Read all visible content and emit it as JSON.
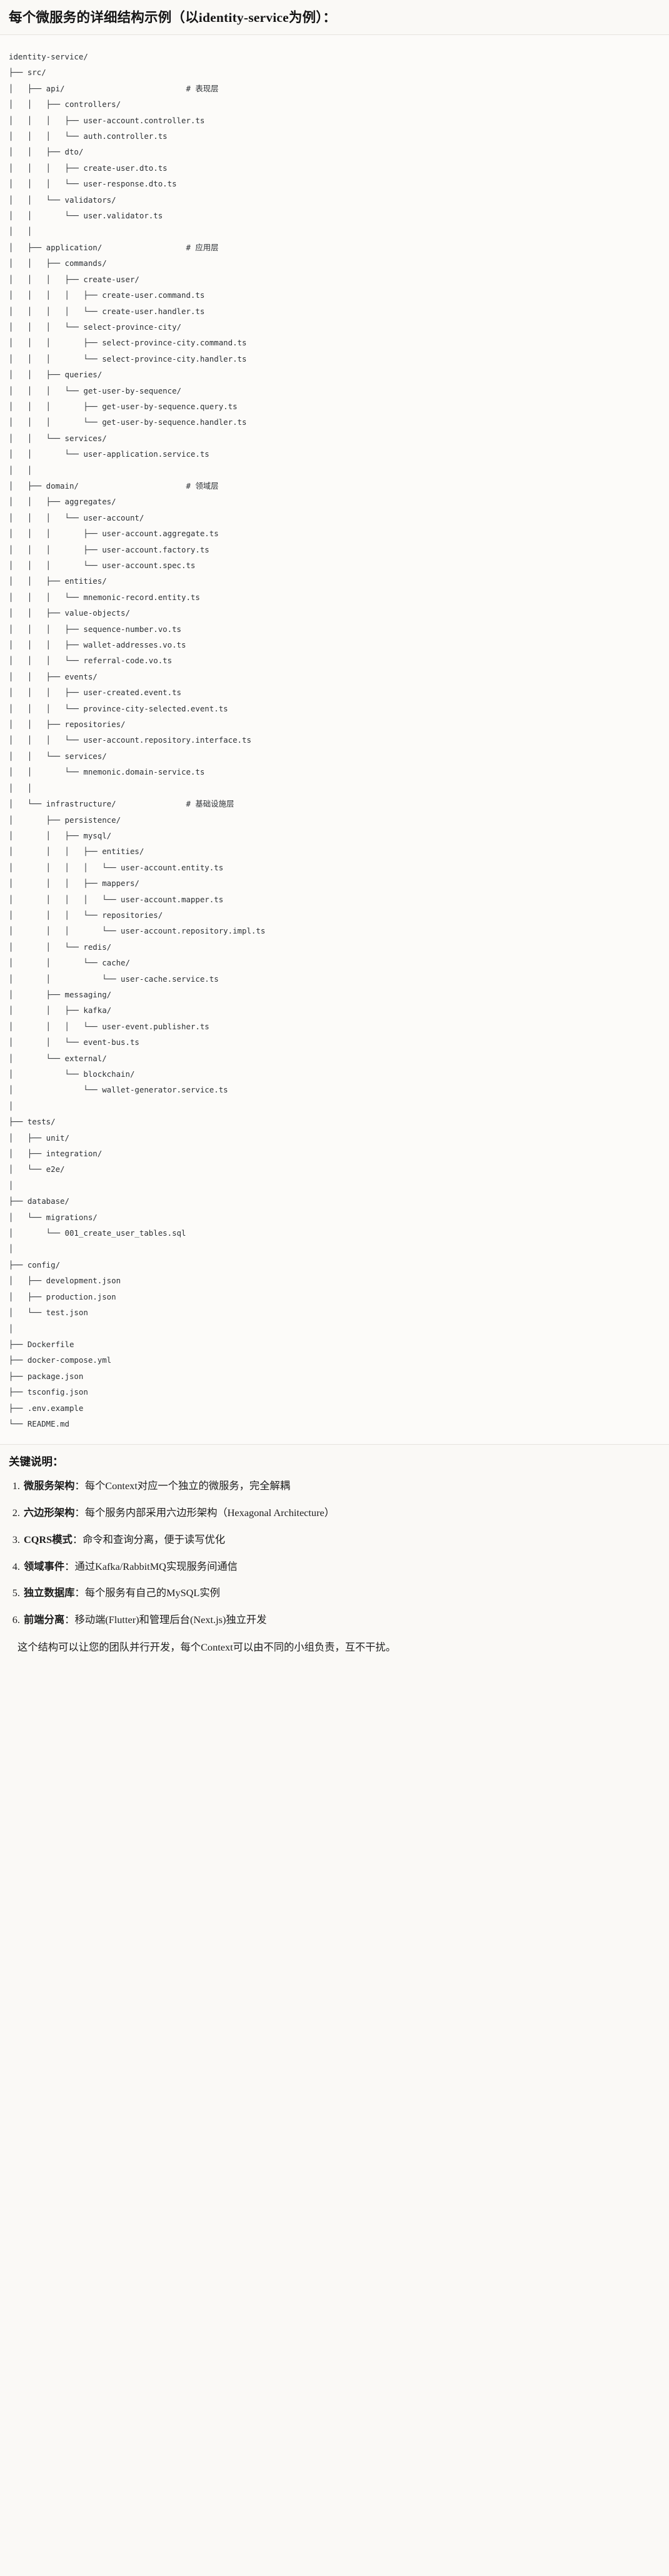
{
  "document": {
    "title": "每个微服务的详细结构示例（以identity-service为例）：",
    "accent_color": "#141414",
    "background_color": "#faf9f6",
    "code_background_color": "#fcfbf9",
    "rule_color": "#e6e4de"
  },
  "tree": {
    "root": "identity-service/",
    "comments": {
      "api": "# 表现层",
      "application": "# 应用层",
      "domain": "# 领域层",
      "infrastructure": "# 基础设施层"
    },
    "text": "identity-service/\n├── src/\n│   ├── api/                          # 表现层\n│   │   ├── controllers/\n│   │   │   ├── user-account.controller.ts\n│   │   │   └── auth.controller.ts\n│   │   ├── dto/\n│   │   │   ├── create-user.dto.ts\n│   │   │   └── user-response.dto.ts\n│   │   └── validators/\n│   │       └── user.validator.ts\n│   │\n│   ├── application/                  # 应用层\n│   │   ├── commands/\n│   │   │   ├── create-user/\n│   │   │   │   ├── create-user.command.ts\n│   │   │   │   └── create-user.handler.ts\n│   │   │   └── select-province-city/\n│   │   │       ├── select-province-city.command.ts\n│   │   │       └── select-province-city.handler.ts\n│   │   ├── queries/\n│   │   │   └── get-user-by-sequence/\n│   │   │       ├── get-user-by-sequence.query.ts\n│   │   │       └── get-user-by-sequence.handler.ts\n│   │   └── services/\n│   │       └── user-application.service.ts\n│   │\n│   ├── domain/                       # 领域层\n│   │   ├── aggregates/\n│   │   │   └── user-account/\n│   │   │       ├── user-account.aggregate.ts\n│   │   │       ├── user-account.factory.ts\n│   │   │       └── user-account.spec.ts\n│   │   ├── entities/\n│   │   │   └── mnemonic-record.entity.ts\n│   │   ├── value-objects/\n│   │   │   ├── sequence-number.vo.ts\n│   │   │   ├── wallet-addresses.vo.ts\n│   │   │   └── referral-code.vo.ts\n│   │   ├── events/\n│   │   │   ├── user-created.event.ts\n│   │   │   └── province-city-selected.event.ts\n│   │   ├── repositories/\n│   │   │   └── user-account.repository.interface.ts\n│   │   └── services/\n│   │       └── mnemonic.domain-service.ts\n│   │\n│   └── infrastructure/               # 基础设施层\n│       ├── persistence/\n│       │   ├── mysql/\n│       │   │   ├── entities/\n│       │   │   │   └── user-account.entity.ts\n│       │   │   ├── mappers/\n│       │   │   │   └── user-account.mapper.ts\n│       │   │   └── repositories/\n│       │   │       └── user-account.repository.impl.ts\n│       │   └── redis/\n│       │       └── cache/\n│       │           └── user-cache.service.ts\n│       ├── messaging/\n│       │   ├── kafka/\n│       │   │   └── user-event.publisher.ts\n│       │   └── event-bus.ts\n│       └── external/\n│           └── blockchain/\n│               └── wallet-generator.service.ts\n│\n├── tests/\n│   ├── unit/\n│   ├── integration/\n│   └── e2e/\n│\n├── database/\n│   └── migrations/\n│       └── 001_create_user_tables.sql\n│\n├── config/\n│   ├── development.json\n│   ├── production.json\n│   └── test.json\n│\n├── Dockerfile\n├── docker-compose.yml\n├── package.json\n├── tsconfig.json\n├── .env.example\n└── README.md"
  },
  "notes": {
    "heading": "关键说明：",
    "items": [
      {
        "term": "微服务架构",
        "sep": "：",
        "desc": "每个Context对应一个独立的微服务，完全解耦"
      },
      {
        "term": "六边形架构",
        "sep": "：",
        "desc": "每个服务内部采用六边形架构（Hexagonal Architecture）"
      },
      {
        "term": "CQRS模式",
        "sep": "：",
        "desc": "命令和查询分离，便于读写优化"
      },
      {
        "term": "领域事件",
        "sep": "：",
        "desc": "通过Kafka/RabbitMQ实现服务间通信"
      },
      {
        "term": "独立数据库",
        "sep": "：",
        "desc": "每个服务有自己的MySQL实例"
      },
      {
        "term": "前端分离",
        "sep": "：",
        "desc": "移动端(Flutter)和管理后台(Next.js)独立开发"
      }
    ],
    "closing": "这个结构可以让您的团队并行开发，每个Context可以由不同的小组负责，互不干扰。"
  }
}
